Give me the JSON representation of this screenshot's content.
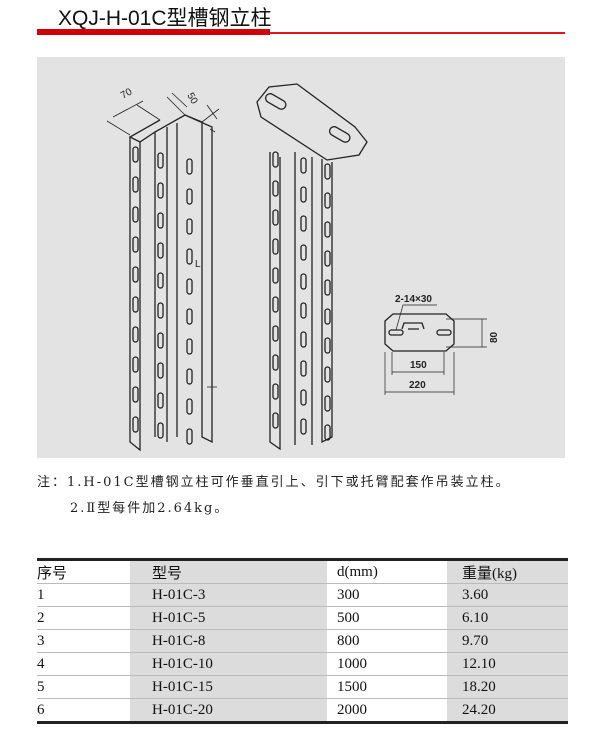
{
  "header": {
    "title": "XQJ-H-01C型槽钢立柱",
    "accent_color": "#d0000a"
  },
  "figure": {
    "dim_width": "70",
    "dim_depth": "50",
    "dim_length": "L",
    "hole_spec": "2-14×30",
    "plate_height": "80",
    "hole_spacing": "150",
    "plate_width": "220"
  },
  "notes": {
    "line1": "注：1.H-01C型槽钢立柱可作垂直引上、引下或托臂配套作吊装立柱。",
    "line2": "2.Ⅱ型每件加2.64kg。"
  },
  "table": {
    "headers": [
      "序号",
      "型号",
      "d(mm)",
      "重量(kg)"
    ],
    "rows": [
      [
        "1",
        "H-01C-3",
        "300",
        "3.60"
      ],
      [
        "2",
        "H-01C-5",
        "500",
        "6.10"
      ],
      [
        "3",
        "H-01C-8",
        "800",
        "9.70"
      ],
      [
        "4",
        "H-01C-10",
        "1000",
        "12.10"
      ],
      [
        "5",
        "H-01C-15",
        "1500",
        "18.20"
      ],
      [
        "6",
        "H-01C-20",
        "2000",
        "24.20"
      ]
    ]
  }
}
